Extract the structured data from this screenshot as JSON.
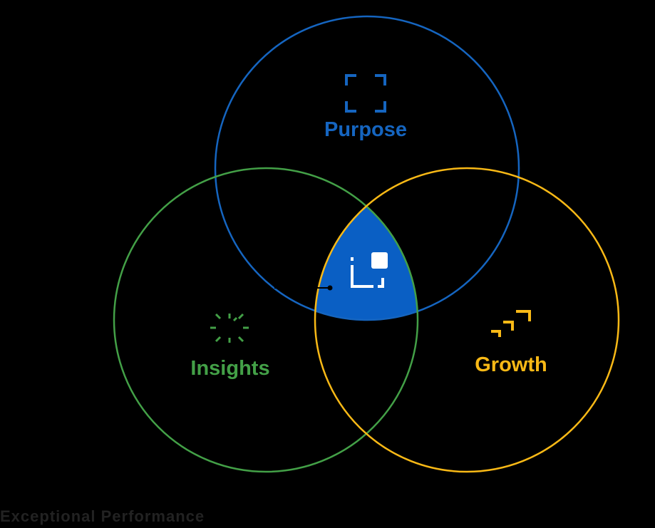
{
  "colors": {
    "background": "#000000",
    "purpose": "#1565c0",
    "insights": "#43a047",
    "growth": "#f9b916",
    "center_fill": "#0a5fc4",
    "center_icon": "#ffffff",
    "connector": "#000000",
    "footer": "#222222"
  },
  "diagram": {
    "type": "venn-3",
    "sets": [
      {
        "key": "purpose",
        "label": "Purpose",
        "icon": "bracket-frame-icon"
      },
      {
        "key": "insights",
        "label": "Insights",
        "icon": "sunburst-icon"
      },
      {
        "key": "growth",
        "label": "Growth",
        "icon": "growth-arrows-icon"
      }
    ],
    "center": {
      "icon": "frame-square-icon"
    }
  },
  "footer": {
    "text": "Exceptional Performance"
  }
}
